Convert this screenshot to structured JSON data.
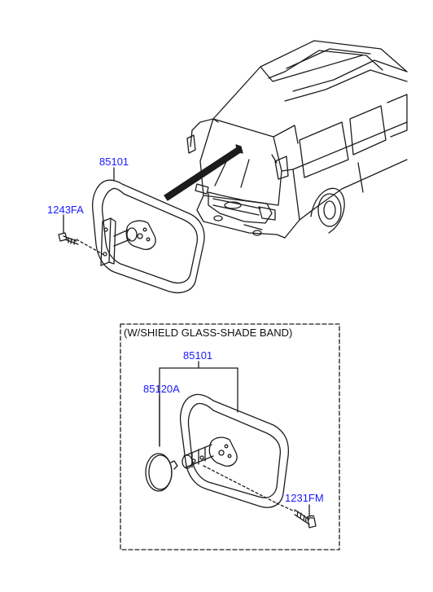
{
  "colors": {
    "part_label": "#1a1aff",
    "line": "#1c1c1c",
    "note_text": "#111111"
  },
  "top": {
    "mirror_part": "85101",
    "screw_part": "1243FA"
  },
  "bottom": {
    "note": "(W/SHIELD  GLASS-SHADE BAND)",
    "mirror_part": "85101",
    "shade_part": "85120A",
    "screw_part": "1231FM"
  }
}
